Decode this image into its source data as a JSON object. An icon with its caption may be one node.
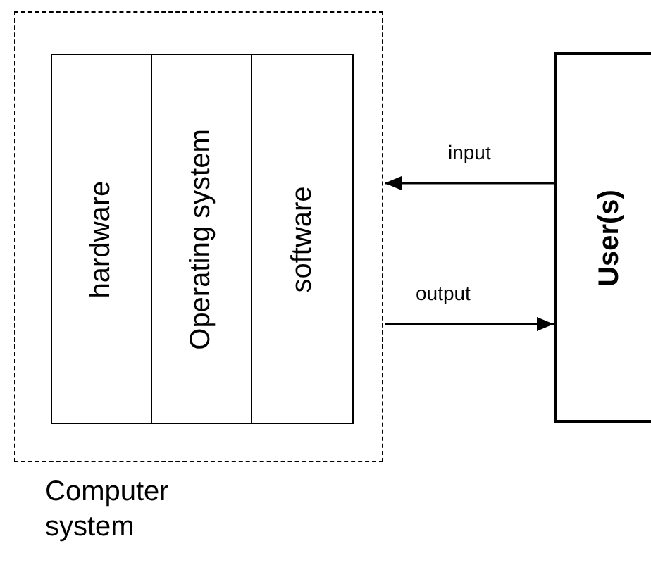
{
  "diagram": {
    "nodes": [
      {
        "text": [
          "Computer system"
        ]
      },
      {
        "text": [
          "hardware"
        ],
        "in": 0
      },
      {
        "text": [
          "Operating system"
        ],
        "in": 0
      },
      {
        "text": [
          "software"
        ],
        "in": 0
      },
      {
        "text": [
          "User(s)"
        ]
      }
    ],
    "edges": [
      {
        "from": 4,
        "to": 0,
        "arrow": "to",
        "label": "input"
      },
      {
        "from": 0,
        "to": 4,
        "arrow": "to",
        "label": "output"
      }
    ]
  }
}
